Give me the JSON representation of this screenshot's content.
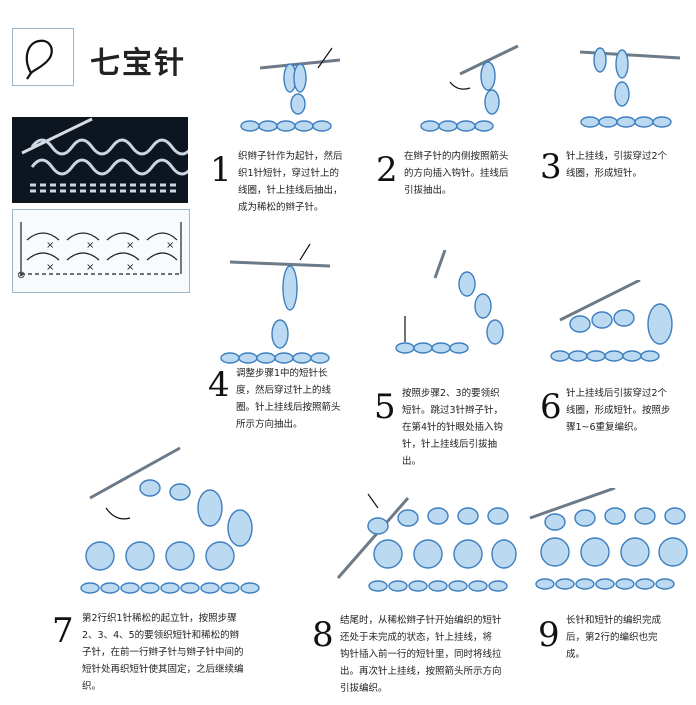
{
  "page": {
    "title": "七宝针",
    "icon": "loop-stitch-icon"
  },
  "colors": {
    "yarn_light": "#bcd9f2",
    "yarn_mid": "#8fbde3",
    "yarn_dark": "#3d7fbf",
    "hook": "#6d7a87",
    "frame": "#9bb7c9"
  },
  "steps": [
    {
      "number": "1",
      "text": "织辫子针作为起针，然后\n织1针短针，穿过针上的\n线圈，针上挂线后抽出，\n成为稀松的辫子针。"
    },
    {
      "number": "2",
      "text": "在辫子针的内侧按照箭头\n的方向插入钩针。挂线后\n引拔抽出。"
    },
    {
      "number": "3",
      "text": "针上挂线，引拔穿过2个\n线圈，形成短针。"
    },
    {
      "number": "4",
      "text": "调整步骤1中的短针长\n度，然后穿过针上的线\n圈。针上挂线后按照箭头\n所示方向抽出。"
    },
    {
      "number": "5",
      "text": "按照步骤2、3的要领织\n短针。跳过3针辫子针，\n在第4针的针眼处插入钩\n针，针上挂线后引拔抽\n出。"
    },
    {
      "number": "6",
      "text": "针上挂线后引拔穿过2个\n线圈，形成短针。按照步\n骤1~6重复编织。"
    },
    {
      "number": "7",
      "text": "第2行织1针稀松的起立针，按照步骤\n2、3、4、5的要领织短针和稀松的辫\n子针，在前一行辫子针与辫子针中间的\n短针处再织短针使其固定，之后继续编\n织。"
    },
    {
      "number": "8",
      "text": "结尾时，从稀松辫子针开始编织的短针\n还处于未完成的状态，针上挂线，将\n钩针插入前一行的短针里，同时将线拉\n出。再次针上挂线，按照箭头所示方向\n引拔编织。"
    },
    {
      "number": "9",
      "text": "长针和短针的编织完成\n后，第2行的编织也完\n成。"
    }
  ]
}
